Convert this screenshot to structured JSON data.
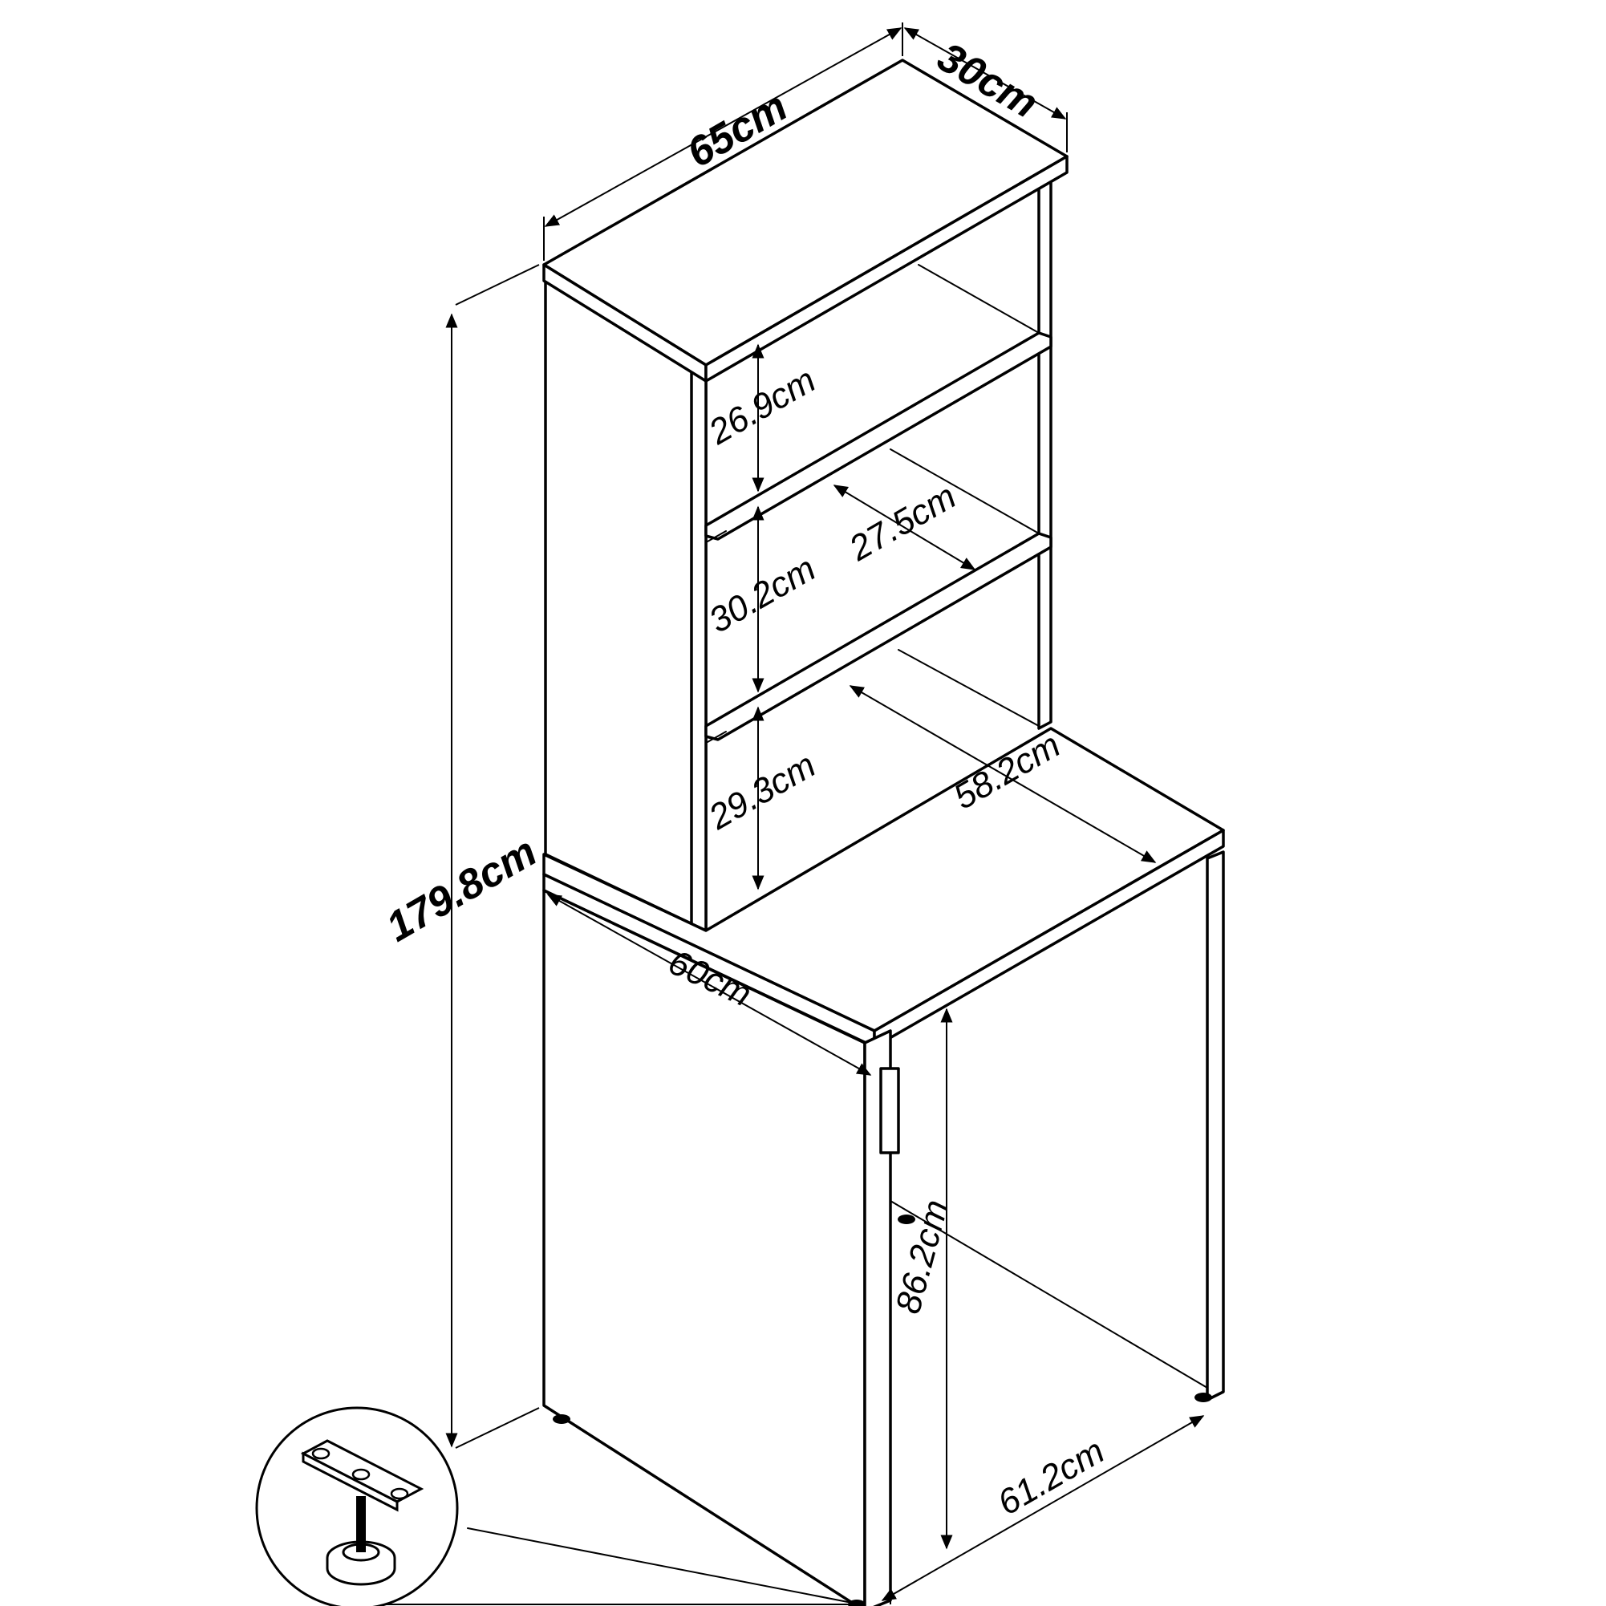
{
  "diagram": {
    "kind": "isometric furniture dimension drawing",
    "labels": {
      "width_top": "65cm",
      "depth_top": "30cm",
      "total_height": "179.8cm",
      "shelf_1": "26.9cm",
      "shelf_2": "30.2cm",
      "shelf_3": "29.3cm",
      "shelf_depth": "27.5cm",
      "desk_inner_width": "58.2cm",
      "front_width": "60cm",
      "desk_height": "86.2cm",
      "side_depth": "61.2cm"
    },
    "detail": {
      "name": "adjustable leveling foot"
    }
  }
}
